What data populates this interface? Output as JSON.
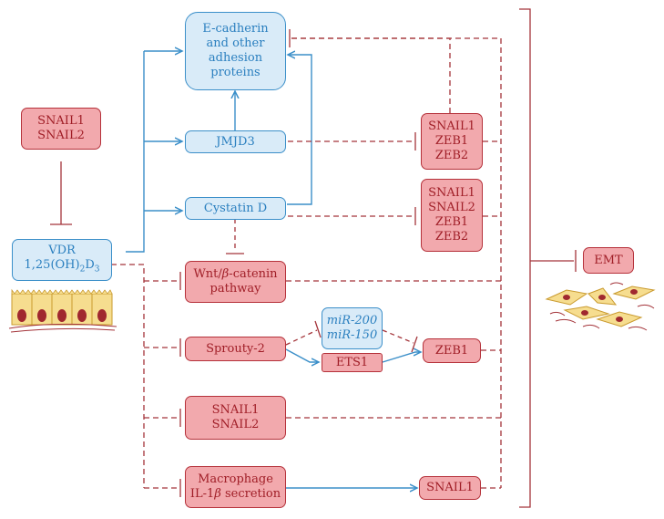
{
  "nodes": {
    "ecadherin": [
      "E-cadherin",
      "and other",
      "adhesion",
      "proteins"
    ],
    "jmjd3": "JMJD3",
    "cystatin": "Cystatin D",
    "snail_top": [
      "SNAIL1",
      "SNAIL2"
    ],
    "vdr_line1": "VDR",
    "vdr_line2_pre": "1,25(OH)",
    "vdr_sub1": "2",
    "vdr_mid": "D",
    "vdr_sub2": "3",
    "wnt_line1_pre": "Wnt/",
    "wnt_beta": "β",
    "wnt_line1_post": "-catenin",
    "wnt_line2": "pathway",
    "sprouty": "Sprouty-2",
    "mir": [
      "miR-200",
      "miR-150"
    ],
    "ets1": "ETS1",
    "zeb1_mid": "ZEB1",
    "snail_left_low": [
      "SNAIL1",
      "SNAIL2"
    ],
    "macro_line1": "Macrophage",
    "macro_line2_pre": "IL-1",
    "macro_beta": "β",
    "macro_line2_post": " secretion",
    "snail1_bottom": "SNAIL1",
    "group1": [
      "SNAIL1",
      "ZEB1",
      "ZEB2"
    ],
    "group2": [
      "SNAIL1",
      "SNAIL2",
      "ZEB1",
      "ZEB2"
    ],
    "emt": "EMT"
  },
  "colors": {
    "activation": "#3b8fc9",
    "inhibition": "#a4343a",
    "blue_fill": "#d9ebf8",
    "red_fill": "#f2a9ad",
    "epithelial_cell": "#f6dd8f",
    "nucleus": "#a0282f"
  },
  "icons": [
    "epithelial-cells-icon",
    "mesenchymal-cells-icon"
  ]
}
